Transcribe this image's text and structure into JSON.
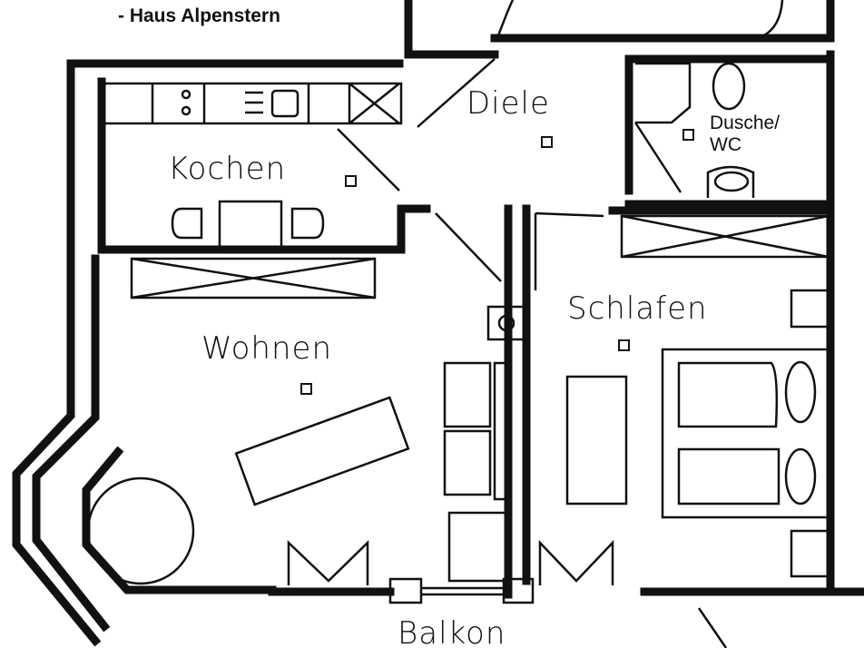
{
  "title": "- Haus Alpenstern",
  "rooms": {
    "diele": "Diele",
    "dusche_line1": "Dusche/",
    "dusche_line2": "WC",
    "kochen": "Kochen",
    "wohnen": "Wohnen",
    "schlafen": "Schlafen",
    "balkon": "Balkon"
  },
  "colors": {
    "wall": "#111111",
    "background": "#ffffff"
  }
}
